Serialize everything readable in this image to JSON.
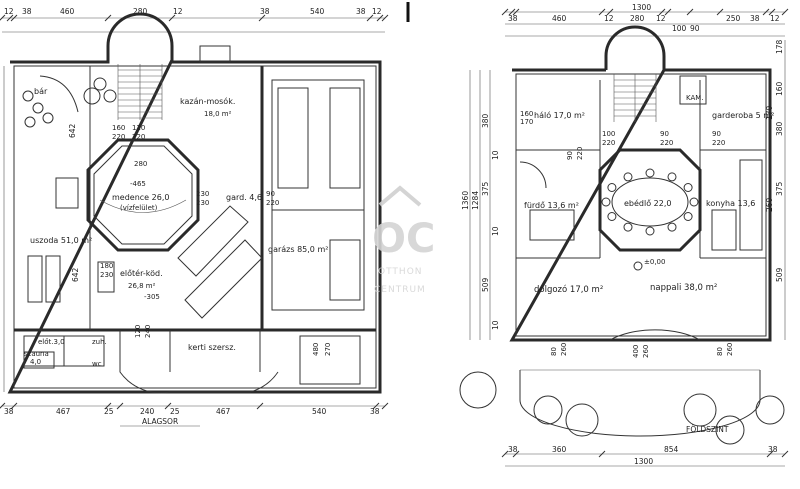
{
  "watermark": {
    "logo_text": "OC",
    "line1": "OTTHON",
    "line2": "CENTRUM"
  },
  "basement": {
    "title": "ALAGSOR",
    "top_dims": [
      "12",
      "38",
      "460",
      "280",
      "12",
      "38",
      "540",
      "38",
      "12"
    ],
    "bottom_dims": [
      "38",
      "467",
      "25",
      "240",
      "25",
      "467",
      "540",
      "38"
    ],
    "left_dims": [
      "642",
      "642"
    ],
    "rooms": {
      "bar": "bár",
      "kazan": "kazán-mosók.",
      "kazan_area": "18,0 m²",
      "medence": "medence 26,0",
      "medence_sub": "(vízfelület)",
      "uszoda": "uszoda 51,0 m²",
      "eloter": "előtér-köd.",
      "eloter_area": "26,8 m²",
      "garazs": "garázs 85,0 m²",
      "gard": "gard. 4,6",
      "kerti": "kerti szersz.",
      "eloter2": "előt.3,0",
      "zuh": "zuh.",
      "szauna": "szauna",
      "szauna_area": "4,0",
      "wc": "wc"
    },
    "labels": {
      "d160_220a": "160",
      "d160_220b": "220",
      "d120_220a": "120",
      "d120_220b": "220",
      "d230_230a": "230",
      "d230_230b": "230",
      "d90_220a": "90",
      "d90_220b": "220",
      "d180_230a": "180",
      "d180_230b": "230",
      "d280": "280",
      "d465": "-465",
      "d305": "-305",
      "d480": "480",
      "d270": "270",
      "d120_240a": "120",
      "d120_240b": "240"
    }
  },
  "ground": {
    "title": "FÖLDSZINT",
    "top_dims": [
      "1300",
      "38",
      "460",
      "12",
      "280",
      "12",
      "100",
      "90",
      "250",
      "38",
      "12"
    ],
    "bottom_dims": [
      "38",
      "360",
      "854",
      "38"
    ],
    "bottom_total": "1300",
    "left_dims": [
      "1360",
      "380",
      "1284",
      "375",
      "509",
      "10",
      "10",
      "10"
    ],
    "right_dims": [
      "178",
      "160",
      "380",
      "375",
      "509",
      "260",
      "170"
    ],
    "rooms": {
      "halo": "háló 17,0 m²",
      "garderoba": "garderoba 5 m²",
      "furdo": "fürdő 13,6 m²",
      "ebedlo": "ebédlő 22,0",
      "konyha": "konyha 13,6",
      "dolgozo": "dolgozó 17,0 m²",
      "nappali": "nappali 38,0 m²",
      "level": "±0,00",
      "kam": "KAM."
    },
    "labels": {
      "d160": "160",
      "d170": "170",
      "d90_220": "90",
      "d220": "220",
      "d100": "100",
      "d220b": "220",
      "d90b": "90",
      "d220c": "220",
      "d90c": "90",
      "d220d": "220",
      "d80": "80",
      "d260": "260",
      "d400": "400",
      "d260b": "260",
      "d80b": "80",
      "d260c": "260"
    }
  }
}
